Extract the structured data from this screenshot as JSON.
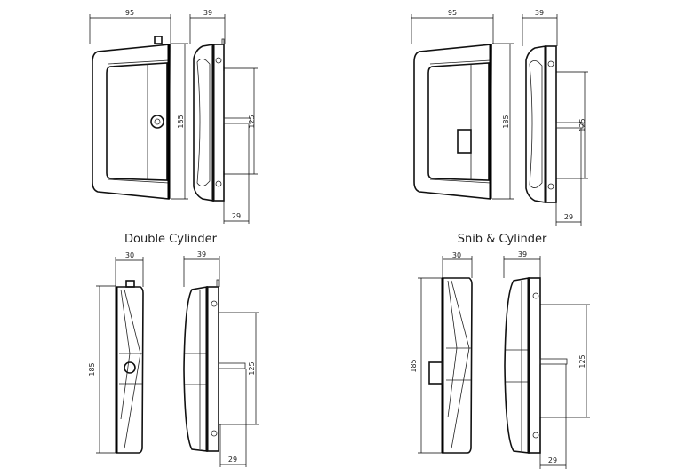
{
  "views": {
    "double_cylinder": {
      "caption": "Double Cylinder",
      "front": {
        "width": "95",
        "height": "185"
      },
      "side": {
        "depth": "39",
        "spindle_spacing": "125",
        "spindle_offset": "29"
      },
      "edge": {
        "width": "30",
        "height": "185"
      },
      "side_back": {
        "depth": "39",
        "spindle_spacing": "125",
        "spindle_offset": "29"
      }
    },
    "snib_cylinder": {
      "caption": "Snib & Cylinder",
      "front": {
        "width": "95",
        "height": "185"
      },
      "side": {
        "depth": "39",
        "spindle_spacing": "125",
        "spindle_offset": "29"
      },
      "edge": {
        "width": "30",
        "height": "185"
      },
      "side_back": {
        "depth": "39",
        "spindle_spacing": "125",
        "spindle_offset": "29"
      }
    }
  }
}
